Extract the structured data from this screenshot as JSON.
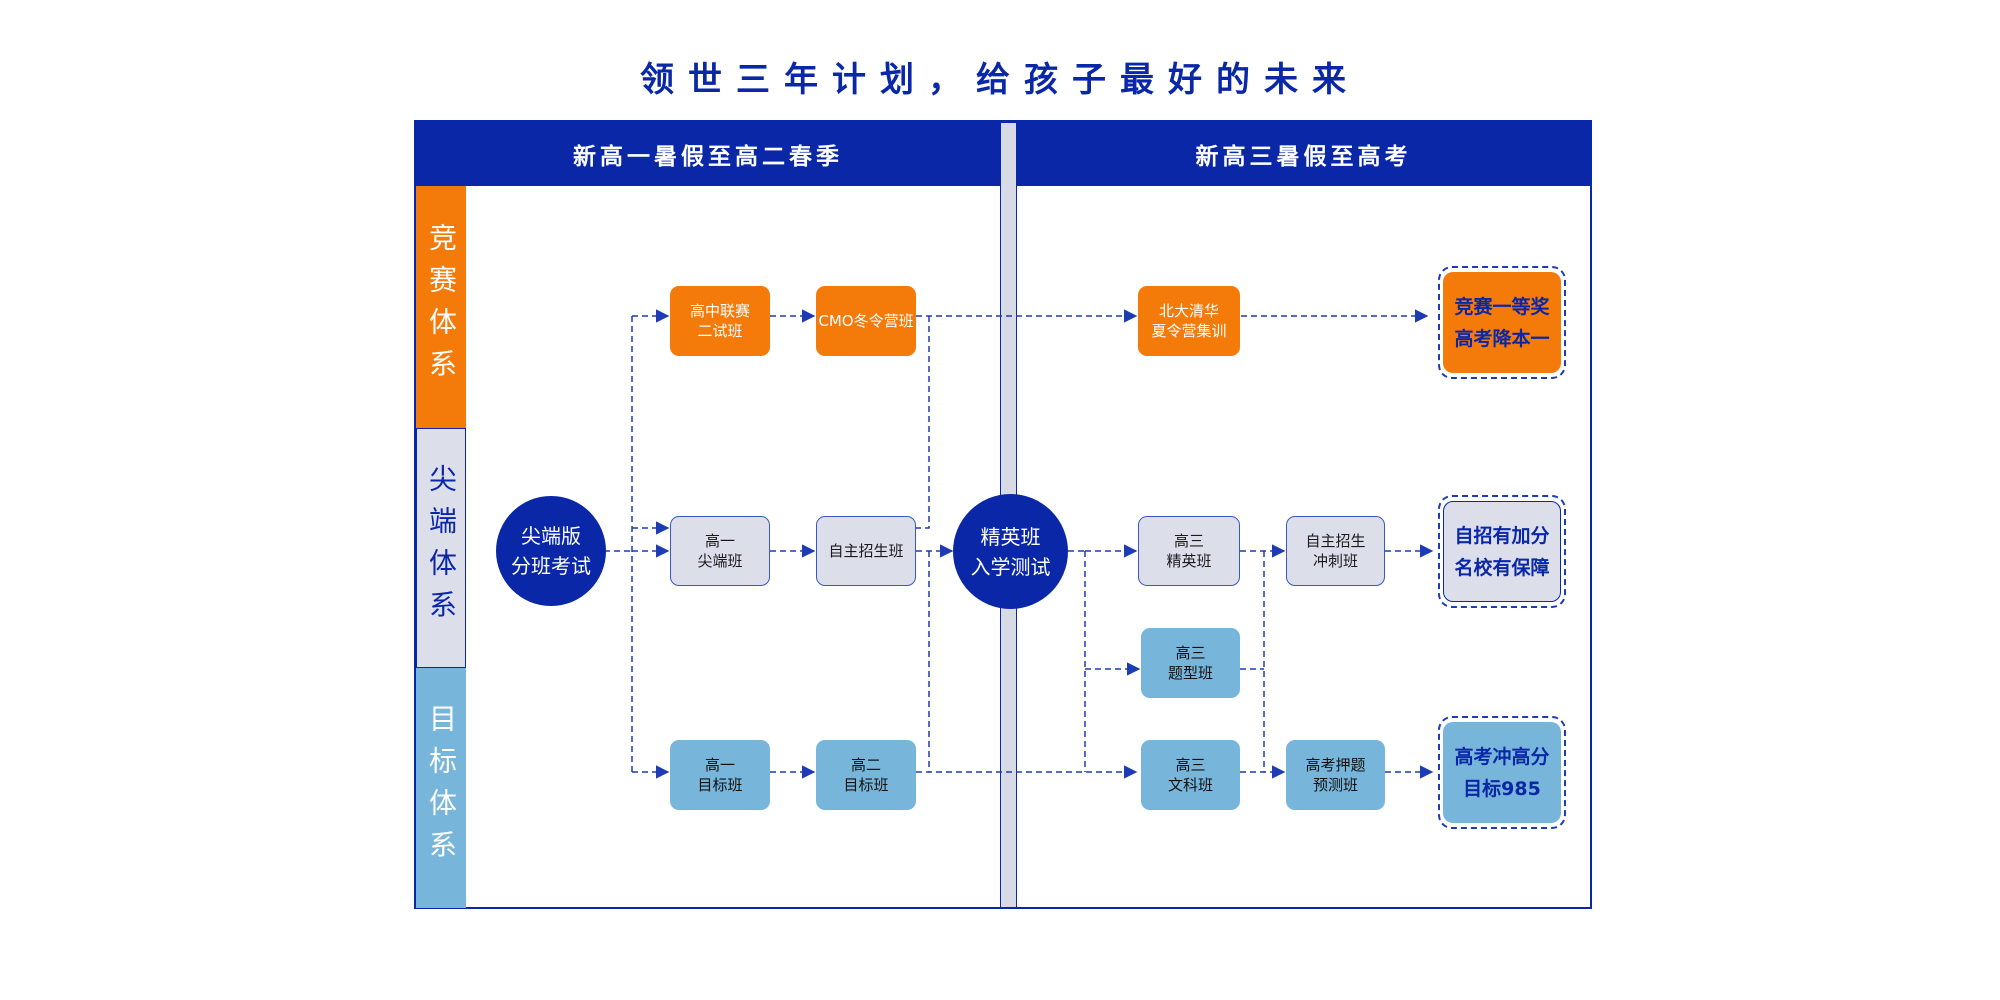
{
  "title": "领世三年计划，给孩子最好的未来",
  "headers": {
    "left": "新高一暑假至高二春季",
    "right": "新高三暑假至高考"
  },
  "bands": {
    "competition": "竞赛体系",
    "elite": "尖端体系",
    "target": "目标体系"
  },
  "circles": {
    "placement": "尖端版\n分班考试",
    "elite_exam": "精英班\n入学测试"
  },
  "boxes": {
    "league": "高中联赛\n二试班",
    "cmo": "CMO冬令营班",
    "pku_thu": "北大清华\n夏令营集训",
    "g1_elite": "高一\n尖端班",
    "self_recruit": "自主招生班",
    "g3_elite": "高三\n精英班",
    "self_sprint": "自主招生\n冲刺班",
    "g3_question": "高三\n题型班",
    "g1_target": "高一\n目标班",
    "g2_target": "高二\n目标班",
    "g3_liberal": "高三\n文科班",
    "predict": "高考押题\n预测班"
  },
  "results": {
    "competition": "竞赛一等奖\n高考降本一",
    "elite": "自招有加分\n名校有保障",
    "target": "高考冲高分\n目标985"
  },
  "colors": {
    "navy": "#0a27a8",
    "orange": "#f47a0a",
    "lavender": "#dcdfea",
    "sky": "#77b6da"
  }
}
